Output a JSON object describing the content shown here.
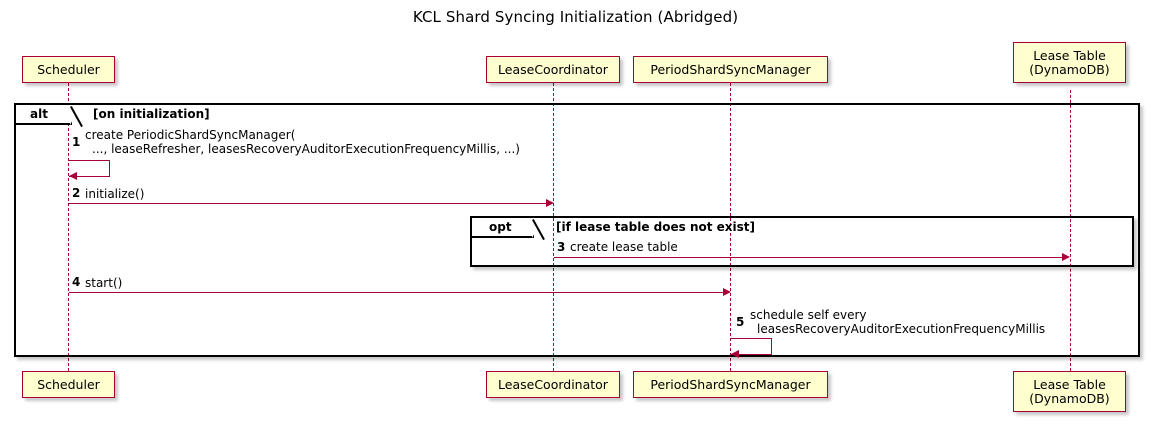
{
  "diagram": {
    "title": "KCL Shard Syncing Initialization (Abridged)",
    "type": "uml-sequence-diagram",
    "colors": {
      "participant_fill": "#FEFECE",
      "participant_border": "#A80036",
      "arrow": "#A80036",
      "lifeline": "#A80036",
      "fragment_border": "#000000",
      "background": "#FFFFFF",
      "text": "#000000"
    }
  },
  "participants": [
    {
      "id": "scheduler",
      "line1": "Scheduler",
      "line2": ""
    },
    {
      "id": "lease-coordinator",
      "line1": "LeaseCoordinator",
      "line2": ""
    },
    {
      "id": "period-shard-sync-manager",
      "line1": "PeriodShardSyncManager",
      "line2": ""
    },
    {
      "id": "lease-table",
      "line1": "Lease Table",
      "line2": "(DynamoDB)"
    }
  ],
  "fragments": [
    {
      "id": "alt",
      "label": "alt",
      "guard": "[on initialization]"
    },
    {
      "id": "opt",
      "label": "opt",
      "guard": "[if lease table does not exist]"
    }
  ],
  "messages": [
    {
      "num": "1",
      "line1": "create PeriodicShardSyncManager(",
      "line2": "..., leaseRefresher, leasesRecoveryAuditorExecutionFrequencyMillis, ...)",
      "from": "scheduler",
      "to": "scheduler",
      "kind": "self-call"
    },
    {
      "num": "2",
      "line1": "initialize()",
      "line2": "",
      "from": "scheduler",
      "to": "lease-coordinator",
      "kind": "sync-call"
    },
    {
      "num": "3",
      "line1": "create lease table",
      "line2": "",
      "from": "lease-coordinator",
      "to": "lease-table",
      "kind": "sync-call"
    },
    {
      "num": "4",
      "line1": "start()",
      "line2": "",
      "from": "scheduler",
      "to": "period-shard-sync-manager",
      "kind": "sync-call"
    },
    {
      "num": "5",
      "line1": "schedule self every",
      "line2": "leasesRecoveryAuditorExecutionFrequencyMillis",
      "from": "period-shard-sync-manager",
      "to": "period-shard-sync-manager",
      "kind": "self-call"
    }
  ]
}
